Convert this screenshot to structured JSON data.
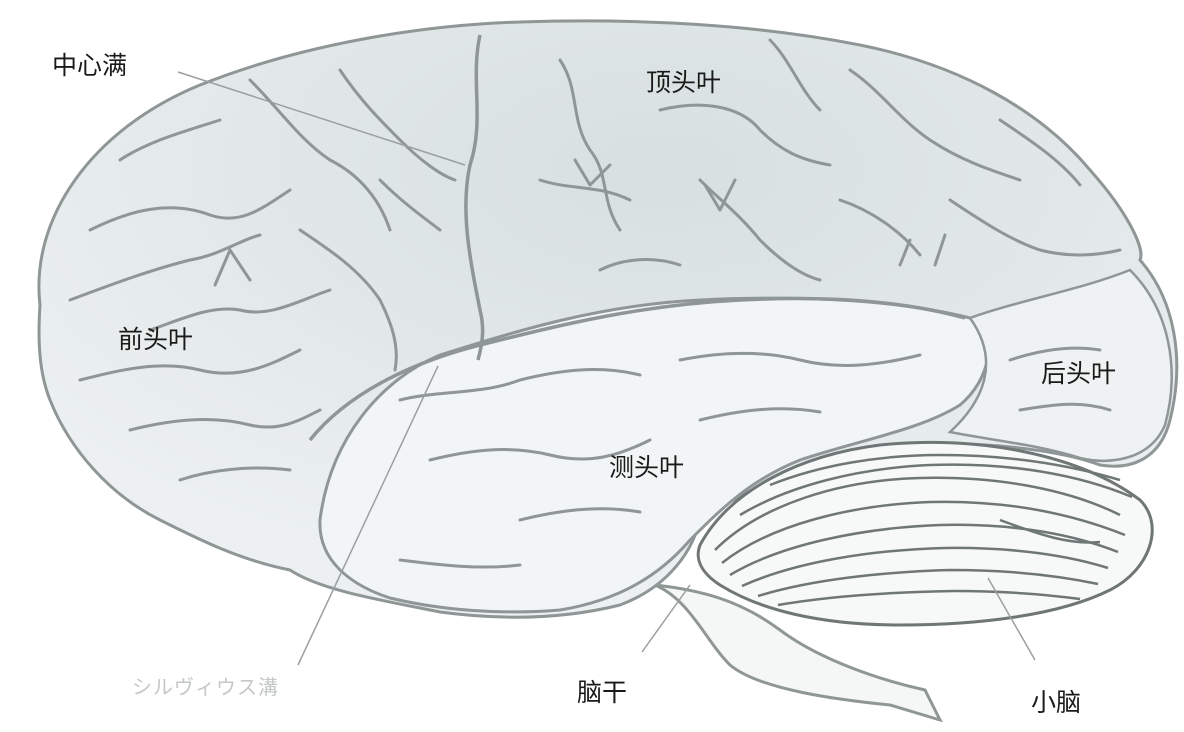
{
  "labels": {
    "central_sulcus": "中心满",
    "parietal_lobe": "顶头叶",
    "frontal_lobe": "前头叶",
    "occipital_lobe": "后头叶",
    "temporal_lobe": "测头叶",
    "brainstem": "脑干",
    "cerebellum": "小脑",
    "sylvian_fissure_original": "シルヴィウス溝"
  },
  "colors": {
    "brain_fill": "#e8eded",
    "upper_shade": "#d9e1e1",
    "sulcus_stroke": "#8f9696",
    "cerebellum_stroke": "#6f7676",
    "leader_line": "#9aa0a0",
    "label_text": "#1a1a1a",
    "faint_text": "#c4c8c8"
  }
}
